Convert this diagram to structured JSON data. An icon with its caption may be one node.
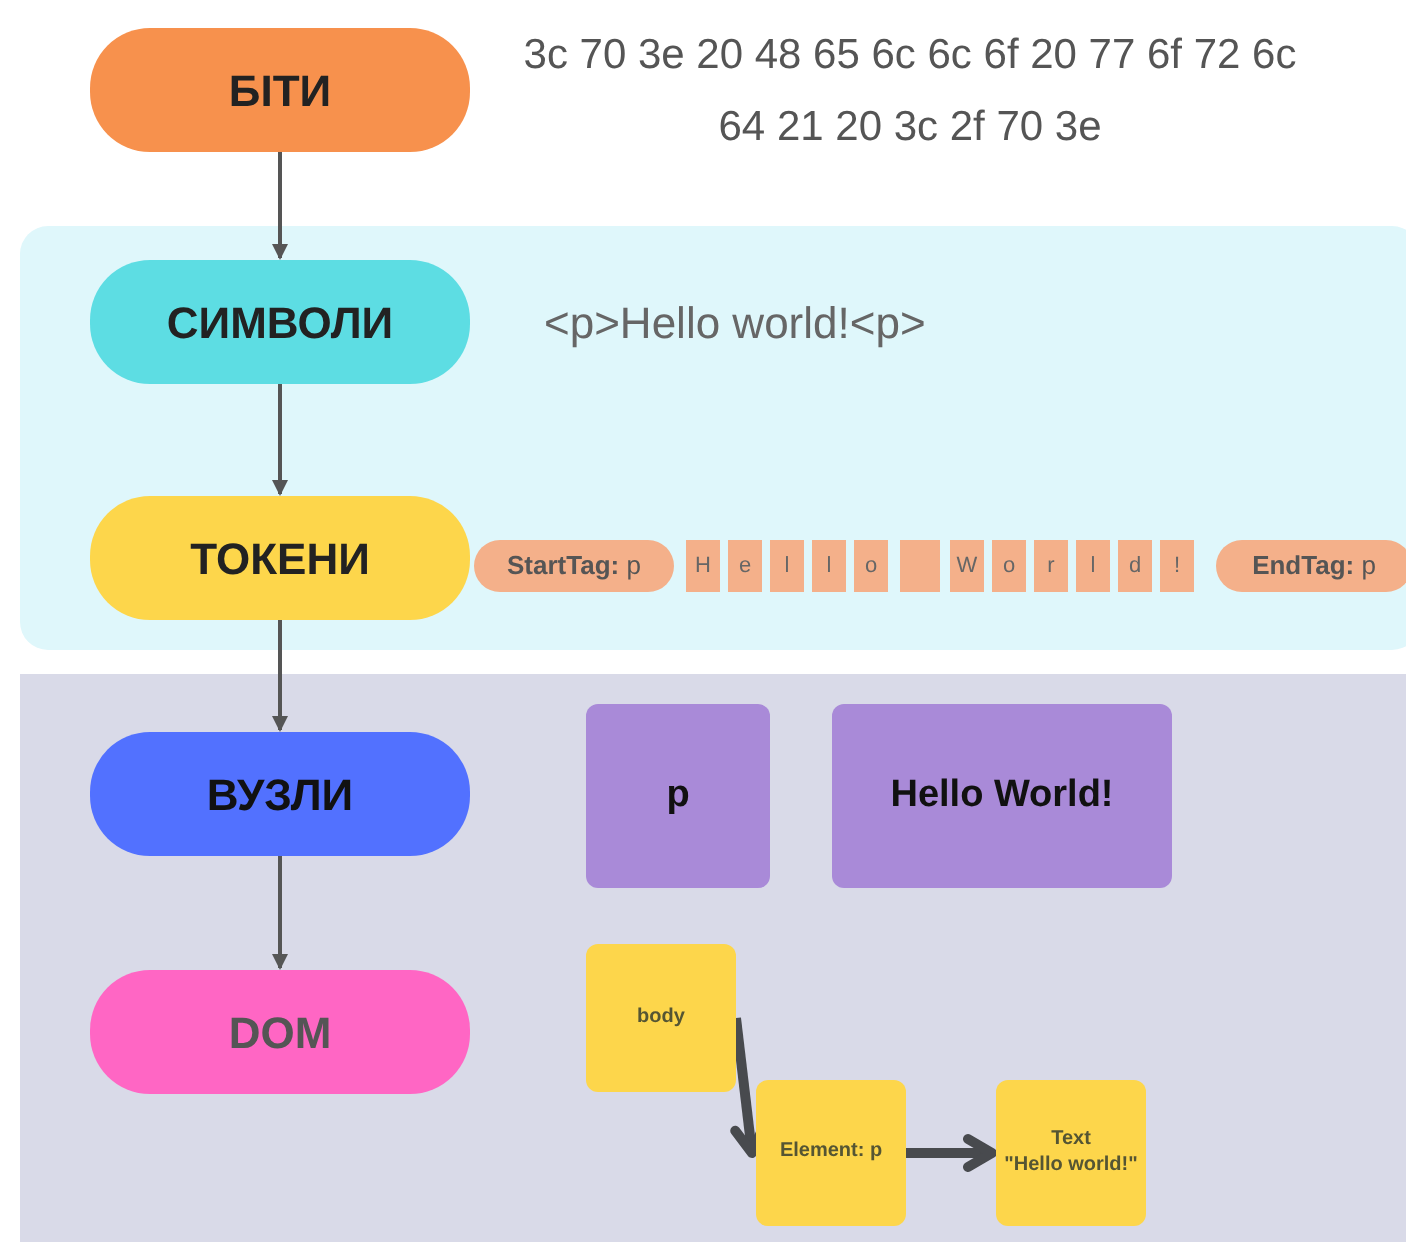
{
  "diagram": {
    "nodes": [
      {
        "text": [
          "БІТИ"
        ]
      },
      {
        "text": [
          "СИМВОЛИ"
        ]
      },
      {
        "text": [
          "ТОКЕНИ"
        ]
      },
      {
        "text": [
          "ВУЗЛИ"
        ]
      },
      {
        "text": [
          "DOM"
        ]
      },
      {
        "text": [
          "p"
        ]
      },
      {
        "text": [
          "Hello World!"
        ]
      },
      {
        "text": [
          "body"
        ]
      },
      {
        "text": [
          "Element: p"
        ]
      },
      {
        "text": [
          "Text",
          "\"Hello world!\""
        ]
      },
      {
        "text": [
          "**StartTag:** p"
        ]
      },
      {
        "text": [
          "H"
        ]
      },
      {
        "text": [
          "e"
        ]
      },
      {
        "text": [
          "l"
        ]
      },
      {
        "text": [
          "l"
        ]
      },
      {
        "text": [
          "o"
        ]
      },
      {
        "text": [],
        "shape": "box"
      },
      {
        "text": [
          "W"
        ]
      },
      {
        "text": [
          "o"
        ]
      },
      {
        "text": [
          "r"
        ]
      },
      {
        "text": [
          "l"
        ]
      },
      {
        "text": [
          "d"
        ]
      },
      {
        "text": [
          "!"
        ]
      },
      {
        "text": [
          "**EndTag:** p"
        ]
      }
    ],
    "edges": [
      {
        "from": 0,
        "to": 1,
        "arrow": "to"
      },
      {
        "from": 1,
        "to": 2,
        "arrow": "to"
      },
      {
        "from": 2,
        "to": 3,
        "arrow": "to"
      },
      {
        "from": 3,
        "to": 4,
        "arrow": "to"
      },
      {
        "from": 7,
        "to": 8,
        "arrow": "to",
        "style": "thick"
      },
      {
        "from": 8,
        "to": 9,
        "arrow": "to",
        "style": "thick"
      }
    ],
    "labels": [
      "3c 70 3e 20 48 65 6c 6c 6f 20 77 6f 72 6c 64 21 20 3c 2f 70 3e",
      "<p>Hello world!<p>"
    ]
  }
}
